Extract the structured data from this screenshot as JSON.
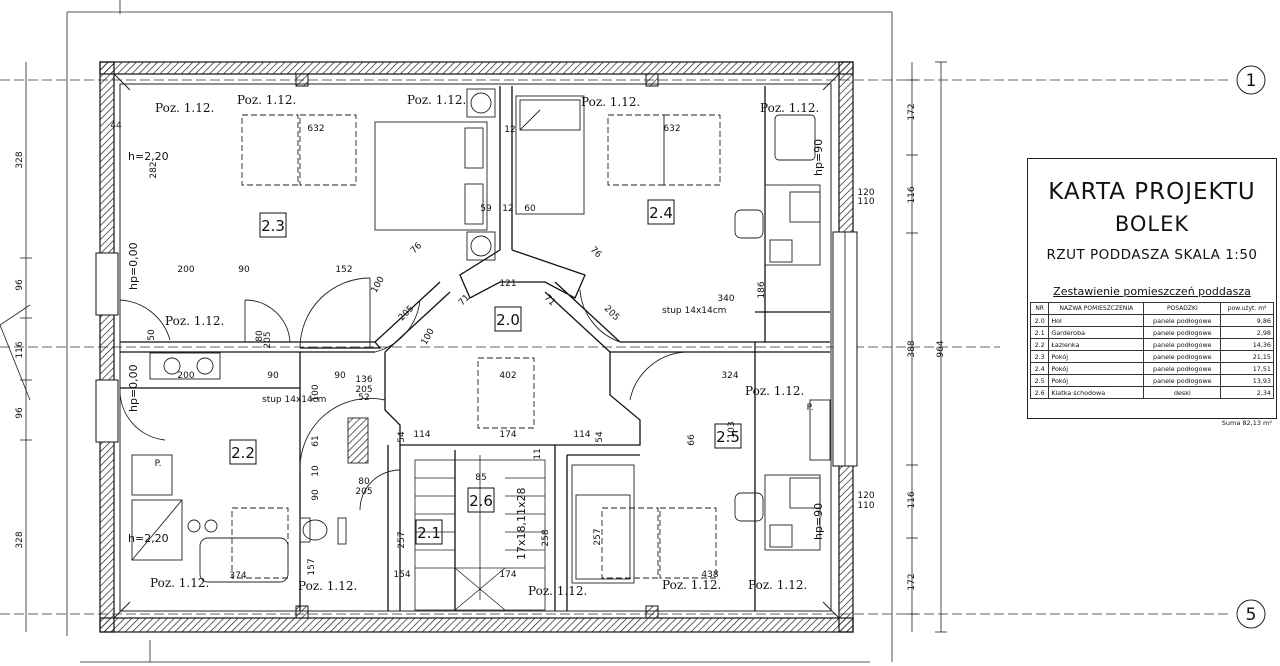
{
  "card": {
    "title_line1": "KARTA PROJEKTU",
    "title_line2": "BOLEK",
    "title_line3": "RZUT PODDASZA SKALA 1:50",
    "table_caption": "Zestawienie pomieszczeń poddasza",
    "headers": [
      "NR",
      "NAZWA POMIESZCZENIA",
      "POSADZKI",
      "pow.użyt. m²"
    ],
    "rows": [
      [
        "2.0",
        "Hol",
        "panele podłogowe",
        "9,86"
      ],
      [
        "2.1",
        "Garderoba",
        "panele podłogowe",
        "2,98"
      ],
      [
        "2.2",
        "Łazienka",
        "panele podłogowe",
        "14,36"
      ],
      [
        "2.3",
        "Pokój",
        "panele podłogowe",
        "21,15"
      ],
      [
        "2.4",
        "Pokój",
        "panele podłogowe",
        "17,51"
      ],
      [
        "2.5",
        "Pokój",
        "panele podłogowe",
        "13,93"
      ],
      [
        "2.6",
        "Klatka schodowa",
        "deski",
        "2,34"
      ]
    ],
    "sum": "Suma 82,13 m²"
  },
  "plan": {
    "axes": [
      "1",
      "5"
    ],
    "rooms": [
      "2.0",
      "2.1",
      "2.2",
      "2.3",
      "2.4",
      "2.5",
      "2.6"
    ],
    "poz": "Poz. 1.12.",
    "stair": "17x18,11x28",
    "stup": "stup 14x14cm",
    "heights": [
      "h=2,20",
      "hp=0,00",
      "hp=0,00",
      "hp=90",
      "hp=90",
      "h=2,20"
    ],
    "right_dims": [
      "172",
      "116",
      "388",
      "116",
      "172"
    ],
    "overall": "964",
    "left_dims": [
      "328",
      "96",
      "116",
      "96",
      "328"
    ],
    "labels": [
      "632",
      "632",
      "200",
      "90",
      "152",
      "121",
      "76",
      "76",
      "100",
      "71",
      "71",
      "100",
      "59",
      "12",
      "60",
      "205",
      "205",
      "80",
      "205",
      "90",
      "402",
      "200",
      "90",
      "136",
      "100",
      "205",
      "52",
      "324",
      "114",
      "174",
      "114",
      "66",
      "103",
      "54",
      "54",
      "157",
      "257",
      "154",
      "174",
      "438",
      "374",
      "120",
      "110",
      "120",
      "110",
      "340",
      "186",
      "50",
      "282",
      "61",
      "10",
      "90",
      "80",
      "205",
      "257",
      "258",
      "85",
      "11",
      "12",
      "44",
      "P.",
      "P."
    ]
  }
}
